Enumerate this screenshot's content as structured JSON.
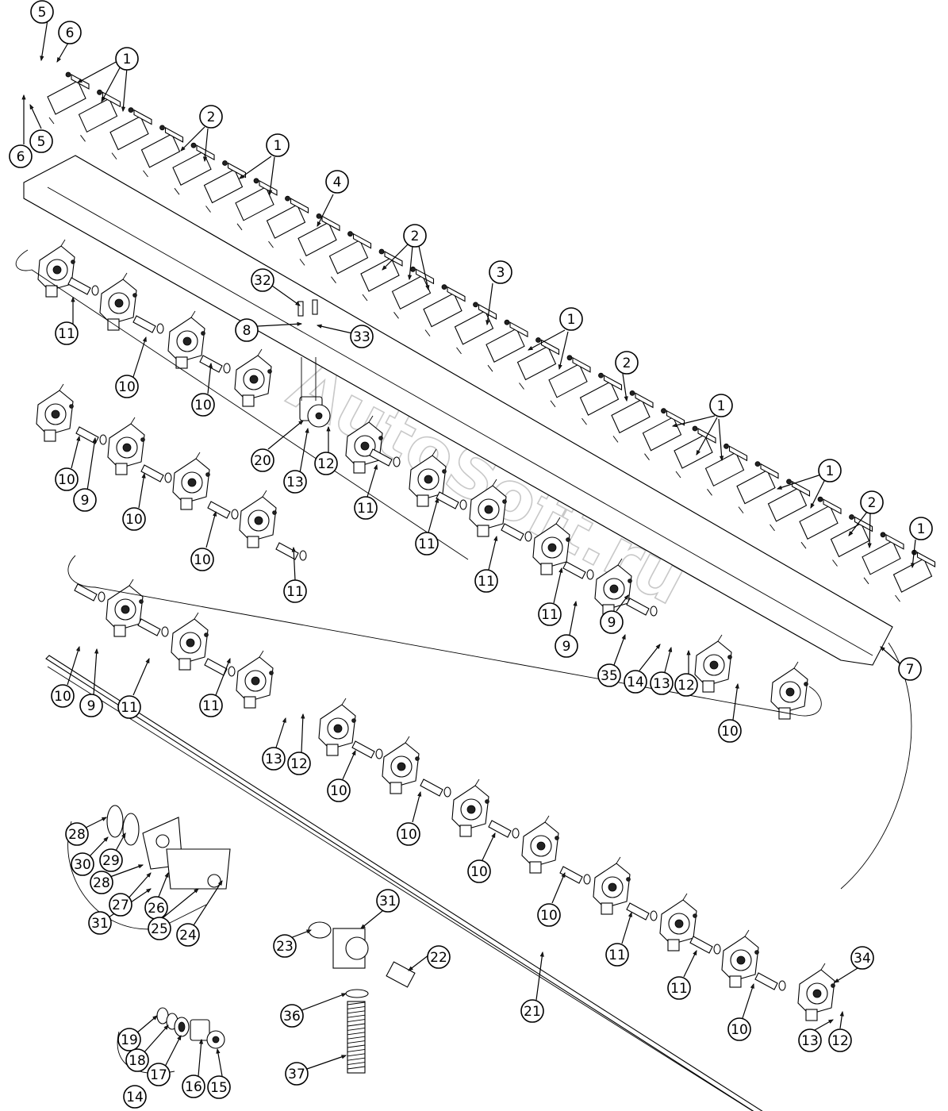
{
  "watermark": "AutoSoft.ru",
  "callouts": [
    {
      "label": "5"
    },
    {
      "label": "6"
    },
    {
      "label": "1"
    },
    {
      "label": "6"
    },
    {
      "label": "5"
    },
    {
      "label": "2"
    },
    {
      "label": "1"
    },
    {
      "label": "4"
    },
    {
      "label": "2"
    },
    {
      "label": "3"
    },
    {
      "label": "1"
    },
    {
      "label": "2"
    },
    {
      "label": "1"
    },
    {
      "label": "1"
    },
    {
      "label": "2"
    },
    {
      "label": "1"
    },
    {
      "label": "7"
    },
    {
      "label": "32"
    },
    {
      "label": "8"
    },
    {
      "label": "33"
    },
    {
      "label": "11"
    },
    {
      "label": "10"
    },
    {
      "label": "10"
    },
    {
      "label": "20"
    },
    {
      "label": "13"
    },
    {
      "label": "12"
    },
    {
      "label": "10"
    },
    {
      "label": "9"
    },
    {
      "label": "10"
    },
    {
      "label": "10"
    },
    {
      "label": "11"
    },
    {
      "label": "11"
    },
    {
      "label": "11"
    },
    {
      "label": "11"
    },
    {
      "label": "11"
    },
    {
      "label": "9"
    },
    {
      "label": "9"
    },
    {
      "label": "35"
    },
    {
      "label": "14"
    },
    {
      "label": "13"
    },
    {
      "label": "12"
    },
    {
      "label": "10"
    },
    {
      "label": "10"
    },
    {
      "label": "9"
    },
    {
      "label": "11"
    },
    {
      "label": "11"
    },
    {
      "label": "13"
    },
    {
      "label": "12"
    },
    {
      "label": "10"
    },
    {
      "label": "10"
    },
    {
      "label": "10"
    },
    {
      "label": "10"
    },
    {
      "label": "11"
    },
    {
      "label": "11"
    },
    {
      "label": "10"
    },
    {
      "label": "34"
    },
    {
      "label": "13"
    },
    {
      "label": "12"
    },
    {
      "label": "21"
    },
    {
      "label": "28"
    },
    {
      "label": "30"
    },
    {
      "label": "29"
    },
    {
      "label": "28"
    },
    {
      "label": "27"
    },
    {
      "label": "26"
    },
    {
      "label": "31"
    },
    {
      "label": "25"
    },
    {
      "label": "24"
    },
    {
      "label": "31"
    },
    {
      "label": "23"
    },
    {
      "label": "22"
    },
    {
      "label": "36"
    },
    {
      "label": "37"
    },
    {
      "label": "19"
    },
    {
      "label": "18"
    },
    {
      "label": "17"
    },
    {
      "label": "16"
    },
    {
      "label": "15"
    },
    {
      "label": "14"
    }
  ]
}
